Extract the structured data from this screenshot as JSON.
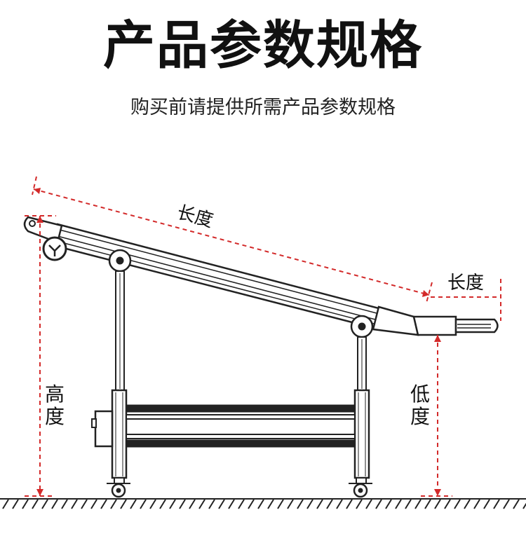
{
  "header": {
    "title": "产品参数规格",
    "subtitle": "购买前请提供所需产品参数规格"
  },
  "labels": {
    "length_main": "长度",
    "length_extension": "长度",
    "height_1": "高",
    "height_2": "度",
    "low_1": "低",
    "low_2": "度"
  },
  "colors": {
    "dimension_line": "#d32a2a",
    "frame": "#222222",
    "background": "#ffffff"
  }
}
